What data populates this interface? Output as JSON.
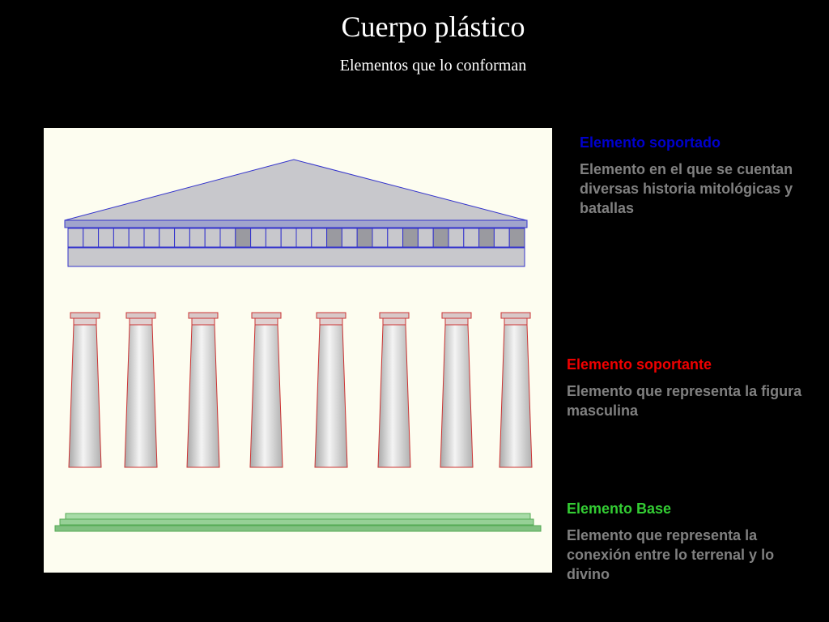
{
  "title": "Cuerpo plástico",
  "subtitle": "Elementos que lo conforman",
  "labels": [
    {
      "heading": "Elemento soportado",
      "description": "Elemento en el que se cuentan diversas historia mitológicas y batallas",
      "color": "#0000cc"
    },
    {
      "heading": "Elemento soportante",
      "description": "Elemento que representa la figura masculina",
      "color": "#ee0000"
    },
    {
      "heading": "Elemento Base",
      "description": "Elemento que representa la conexión entre lo terrenal y lo divino",
      "color": "#33cc33"
    }
  ],
  "colors": {
    "diagram_background": "#fdfdf0",
    "entablature_fill": "#c8c8cc",
    "entablature_stroke": "#3333cc",
    "column_stroke": "#cc3333",
    "base_fill": "#88cc88",
    "description_text": "#808080"
  }
}
